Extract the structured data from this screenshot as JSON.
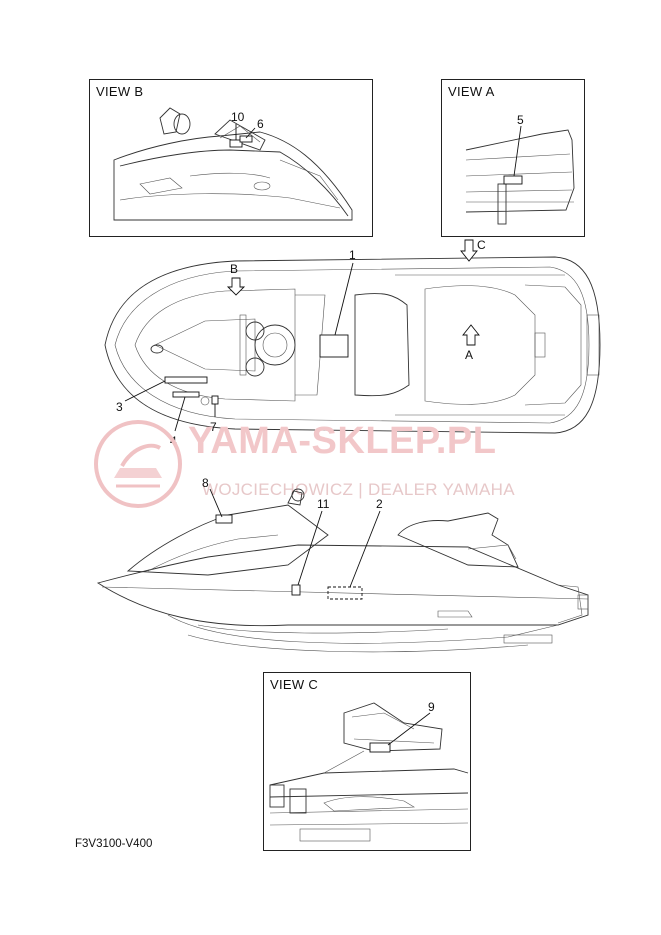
{
  "views": {
    "view_b": {
      "title": "VIEW B",
      "callouts": [
        "10",
        "6"
      ]
    },
    "view_a": {
      "title": "VIEW A",
      "callouts": [
        "5"
      ]
    },
    "view_c": {
      "title": "VIEW C",
      "callouts": [
        "9"
      ]
    }
  },
  "top_view": {
    "callouts": [
      "1",
      "3",
      "4",
      "7"
    ],
    "view_arrows": [
      "B",
      "C",
      "A"
    ]
  },
  "side_view": {
    "callouts": [
      "8",
      "11",
      "2"
    ]
  },
  "part_code": "F3V3100-V400",
  "watermark": {
    "title": "YAMA-SKLEP.PL",
    "subtitle": "WOJCIECHOWICZ | DEALER YAMAHA",
    "color": "#e8a6aa"
  }
}
